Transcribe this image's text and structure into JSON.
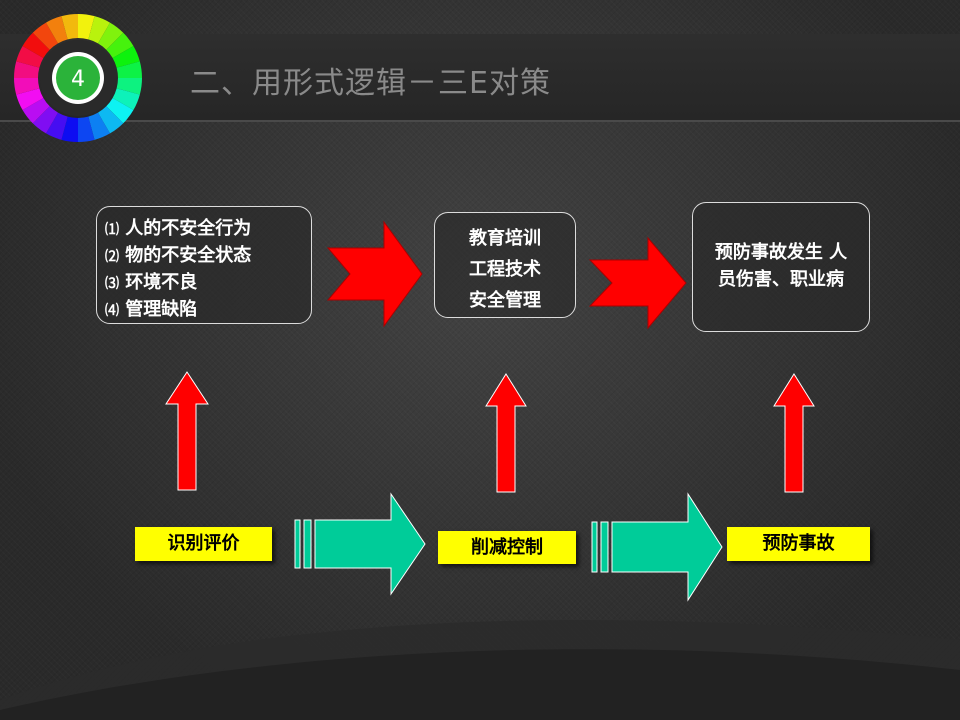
{
  "slide": {
    "badge_number": "4",
    "title": "二、用形式逻辑－三E对策"
  },
  "causes": {
    "items": [
      {
        "num": "⑴",
        "text": "人的不安全行为"
      },
      {
        "num": "⑵",
        "text": "物的不安全状态"
      },
      {
        "num": "⑶",
        "text": "环境不良"
      },
      {
        "num": "⑷",
        "text": "管理缺陷"
      }
    ]
  },
  "measures": {
    "items": [
      "教育培训",
      "工程技术",
      "安全管理"
    ]
  },
  "goal": {
    "lines": [
      "预防事故发生 人",
      "员伤害、职业病"
    ]
  },
  "steps": {
    "identify": "识别评价",
    "reduce": "削减控制",
    "prevent": "预防事故"
  },
  "colors": {
    "arrow_red": "#ff0000",
    "arrow_teal": "#00cc99",
    "label_yellow": "#ffff00",
    "badge_green": "#2bb33a"
  }
}
